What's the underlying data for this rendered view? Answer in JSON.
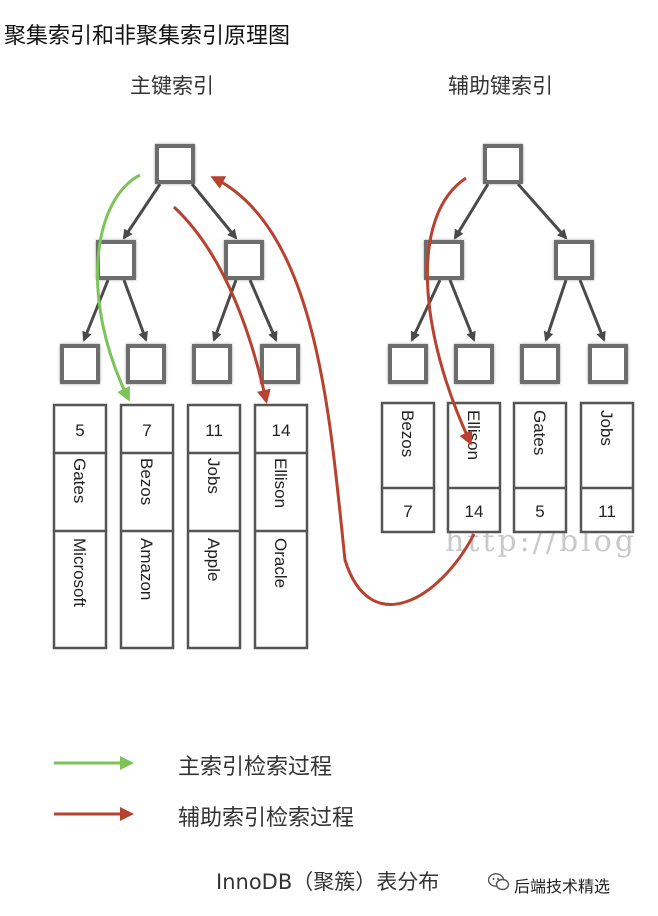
{
  "title": "聚集索引和非聚集索引原理图",
  "primary_index": {
    "label": "主键索引",
    "rows": [
      {
        "key": "5",
        "name": "Gates",
        "company": "Microsoft"
      },
      {
        "key": "7",
        "name": "Bezos",
        "company": "Amazon"
      },
      {
        "key": "11",
        "name": "Jobs",
        "company": "Apple"
      },
      {
        "key": "14",
        "name": "Ellison",
        "company": "Oracle"
      }
    ]
  },
  "secondary_index": {
    "label": "辅助键索引",
    "rows": [
      {
        "name": "Bezos",
        "key": "7"
      },
      {
        "name": "Ellison",
        "key": "14"
      },
      {
        "name": "Gates",
        "key": "5"
      },
      {
        "name": "Jobs",
        "key": "11"
      }
    ]
  },
  "legend": {
    "green": {
      "label": "主索引检索过程",
      "color": "#7cc35a"
    },
    "red": {
      "label": "辅助索引检索过程",
      "color": "#b8412f"
    }
  },
  "footer": "InnoDB（聚簇）表分布",
  "watermark": "http://blog",
  "brand": "后端技术精选"
}
